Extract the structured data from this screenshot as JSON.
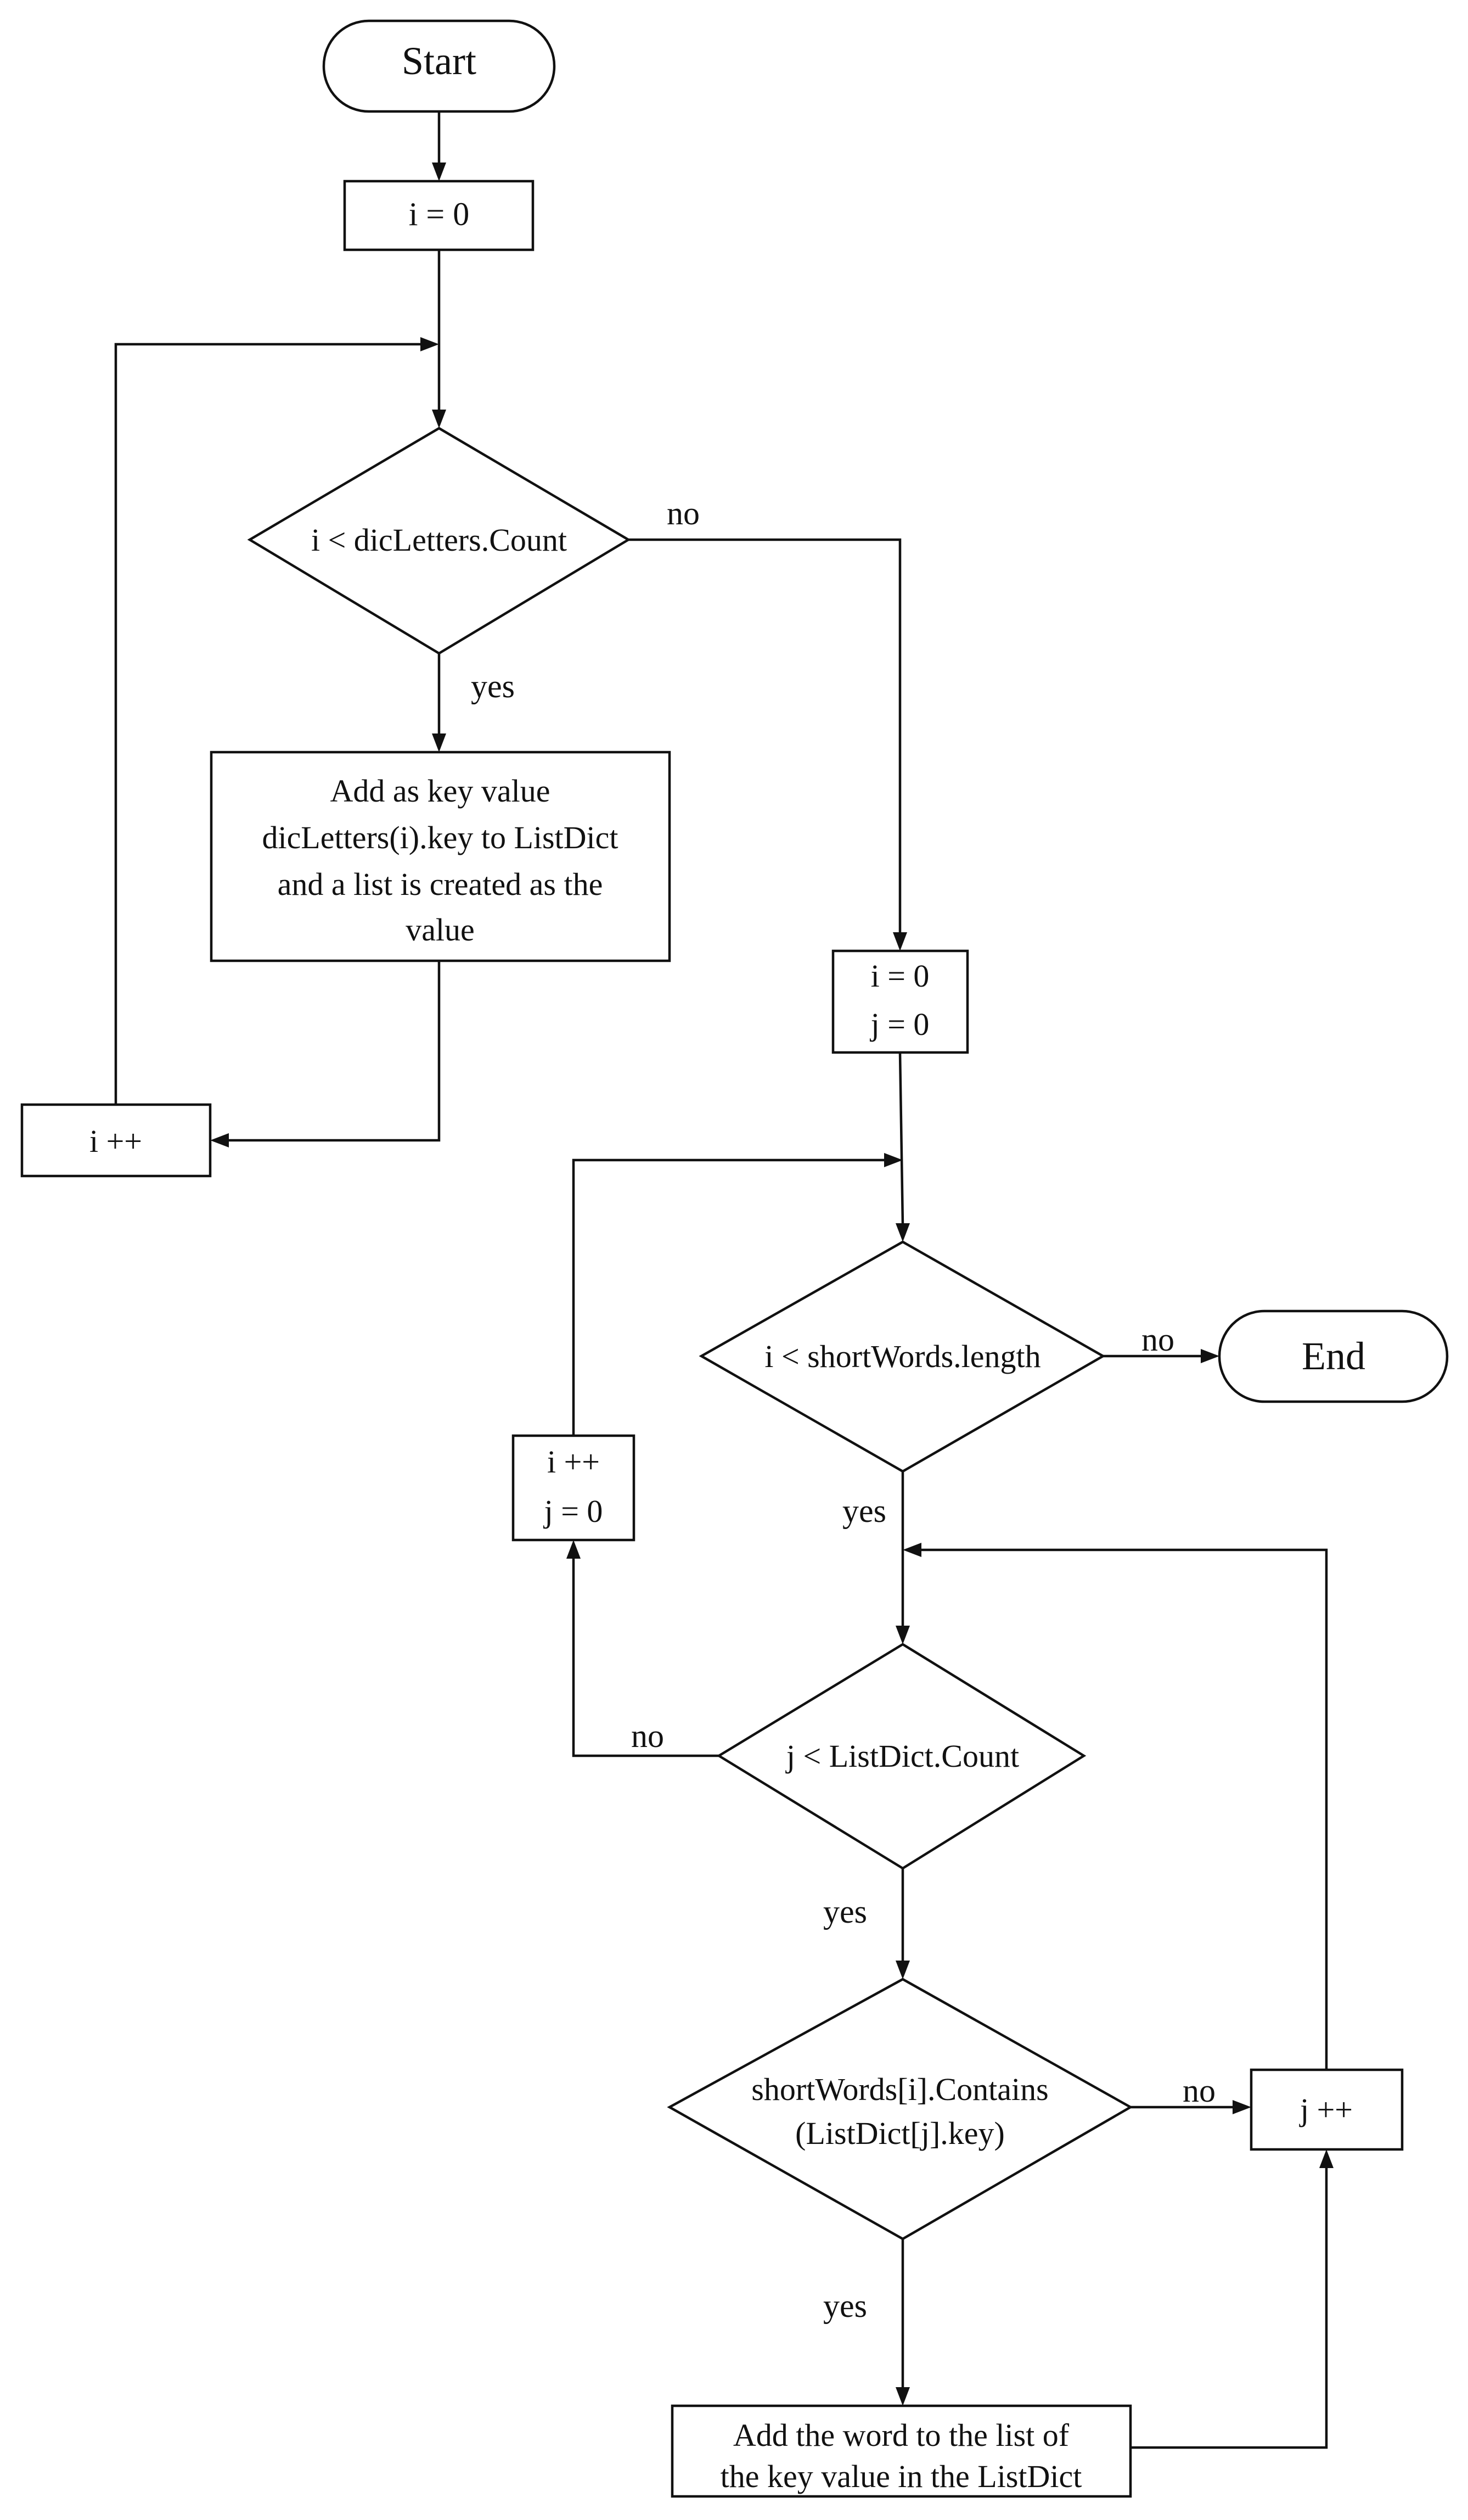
{
  "colors": {
    "stroke": "#111111",
    "background": "#ffffff"
  },
  "nodes": {
    "start": "Start",
    "init_i": "i = 0",
    "cond_dic": "i < dicLetters.Count",
    "add_key": [
      "Add as key value",
      "dicLetters(i).key to ListDict",
      "and a list is created as the",
      "value"
    ],
    "inc_i": "i ++",
    "init_ij": [
      "i = 0",
      "j = 0"
    ],
    "cond_short": "i < shortWords.length",
    "end": "End",
    "inc_i_reset_j": [
      "i ++",
      "j = 0"
    ],
    "cond_list": "j < ListDict.Count",
    "cond_contains": [
      "shortWords[i].Contains",
      "(ListDict[j].key)"
    ],
    "inc_j": "j ++",
    "add_word": [
      "Add the word to the list of",
      "the key value in the ListDict"
    ]
  },
  "edge_labels": {
    "dic_no": "no",
    "dic_yes": "yes",
    "short_no": "no",
    "short_yes": "yes",
    "list_no": "no",
    "list_yes": "yes",
    "contains_no": "no",
    "contains_yes": "yes"
  }
}
